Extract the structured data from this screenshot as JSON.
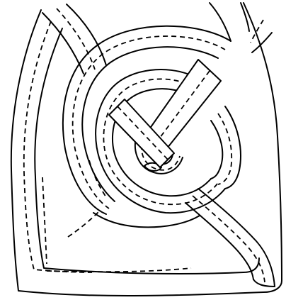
{
  "figure": {
    "kind": "celtic-knot-line-drawing",
    "stroke_color": "#000000",
    "background_color": "#ffffff",
    "line_styles": [
      "solid",
      "dashed"
    ]
  }
}
